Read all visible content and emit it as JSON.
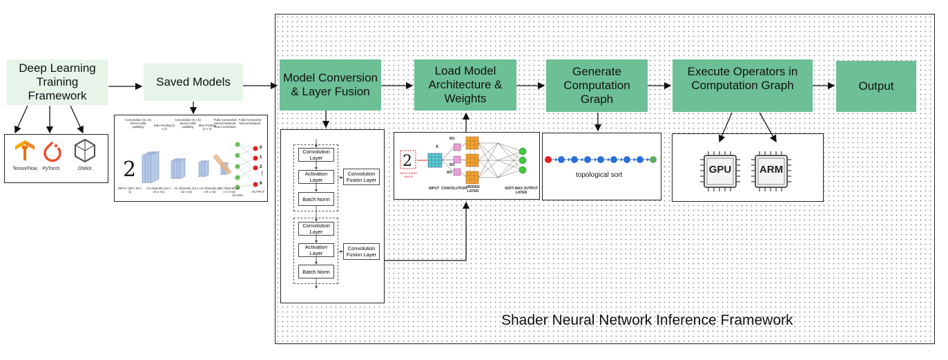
{
  "frame_title": "Shader Neural Network Inference Framework",
  "left": {
    "training_framework": "Deep Learning Training Framework",
    "saved_models": "Saved Models",
    "frameworks": [
      {
        "name": "TensorFlow",
        "icon": "tensorflow-icon",
        "color": "#f4851f"
      },
      {
        "name": "PyTorch",
        "icon": "pytorch-icon",
        "color": "#ee4c2c"
      },
      {
        "name": "ONNX",
        "icon": "onnx-icon",
        "color": "#444444"
      }
    ]
  },
  "stages": [
    {
      "label": "Model Conversion & Layer Fusion"
    },
    {
      "label": "Load Model Architecture & Weights"
    },
    {
      "label": "Generate Computation Graph"
    },
    {
      "label": "Execute Operators in Computation Graph"
    },
    {
      "label": "Output"
    }
  ],
  "cnn_figure": {
    "header_labels": [
      "Convolution (5 x 5) kernel valid padding",
      "Max-Pooling (2 x 2)",
      "Convolution (5 x 5) kernel valid padding",
      "Max-Pooling (2 x 2)",
      "Fully-Connected Neural Network ReLU activation",
      "Fully-Connected Neural Network"
    ],
    "footer_labels": [
      "INPUT (28 x 28 x 1)",
      "n1 channels (24 x 24 x n1)",
      "n1 channels (12 x 12 x n1)",
      "n2 channels (8 x 8 x n2)",
      "n2 channels (4 x 4 x n2)",
      "n3 units",
      "OUTPUT"
    ],
    "output_digits": [
      "0",
      "1",
      "2",
      "9"
    ],
    "ellipsis": "⋮"
  },
  "fusion": {
    "groups": [
      {
        "layers": [
          "Convolution Layer",
          "Activation Layer",
          "Batch Norm"
        ],
        "fused": "Convolution Fusion Layer"
      },
      {
        "layers": [
          "Convolution Layer",
          "Activation Layer",
          "Batch Norm"
        ],
        "fused": "Convolution Fusion Layer"
      }
    ]
  },
  "mnist_figure": {
    "input_label": "INPUT MNIST IMAGE",
    "bottom_labels": [
      "INPUT",
      "CONVOLUTION",
      "HIDDEN LAYER",
      "SOFT-MAX OUTPUT LAYER"
    ],
    "weight_labels": [
      "W1",
      "W2",
      "W3"
    ],
    "x_label": "X"
  },
  "graph": {
    "caption": "topological sort",
    "node_count": 9,
    "colors": {
      "start": "#e02020",
      "middle": "#2d6fd6",
      "end": "#5fae5f"
    }
  },
  "hardware": {
    "chips": [
      {
        "label": "GPU",
        "icon": "gpu-chip-icon"
      },
      {
        "label": "ARM",
        "icon": "arm-chip-icon"
      }
    ]
  },
  "colors": {
    "stage_green": "#6dbf96",
    "light_green": "#e6f4ea"
  }
}
